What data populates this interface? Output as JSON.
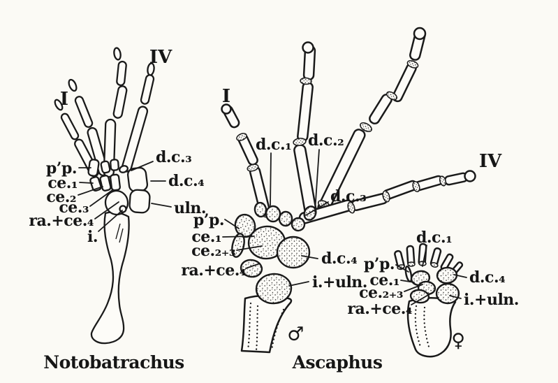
{
  "figure": {
    "description": "Hand skeletons of fossil and living frogs, dorsal view, line drawing",
    "palette": {
      "paper": "#fbfaf5",
      "ink": "#1a1a1a"
    }
  },
  "notobatrachus": {
    "caption": "Notobatrachus",
    "digit_labels": {
      "first": "I",
      "fourth": "IV"
    },
    "labels": {
      "pp": "p’p.",
      "ce1": "ce.₁",
      "ce2": "ce.₂",
      "ce3": "ce.₃",
      "ra_ce4": "ra.+ce.₄",
      "i": "i.",
      "dc3": "d.c.₃",
      "dc4": "d.c.₄",
      "uln": "uln."
    }
  },
  "ascaphus": {
    "caption": "Ascaphus",
    "male": {
      "sex_symbol": "♂",
      "digit_labels": {
        "first": "I",
        "fourth": "IV"
      },
      "labels": {
        "dc1": "d.c.₁",
        "dc2": "d.c.₂",
        "dc3": "d.c.₃",
        "pp": "p’p.",
        "ce1": "ce.₁",
        "ce23": "ce.₂₊₃",
        "ra_ce4": "ra.+ce.₄",
        "dc4": "d.c.₄",
        "i_uln": "i.+uln."
      }
    },
    "female": {
      "sex_symbol": "♀",
      "labels": {
        "dc1": "d.c.₁",
        "pp": "p’p.",
        "ce1": "ce.₁",
        "ce23": "ce.₂₊₃",
        "ra_ce4": "ra.+ce.₄",
        "dc4": "d.c.₄",
        "i_uln": "i.+uln."
      }
    }
  }
}
